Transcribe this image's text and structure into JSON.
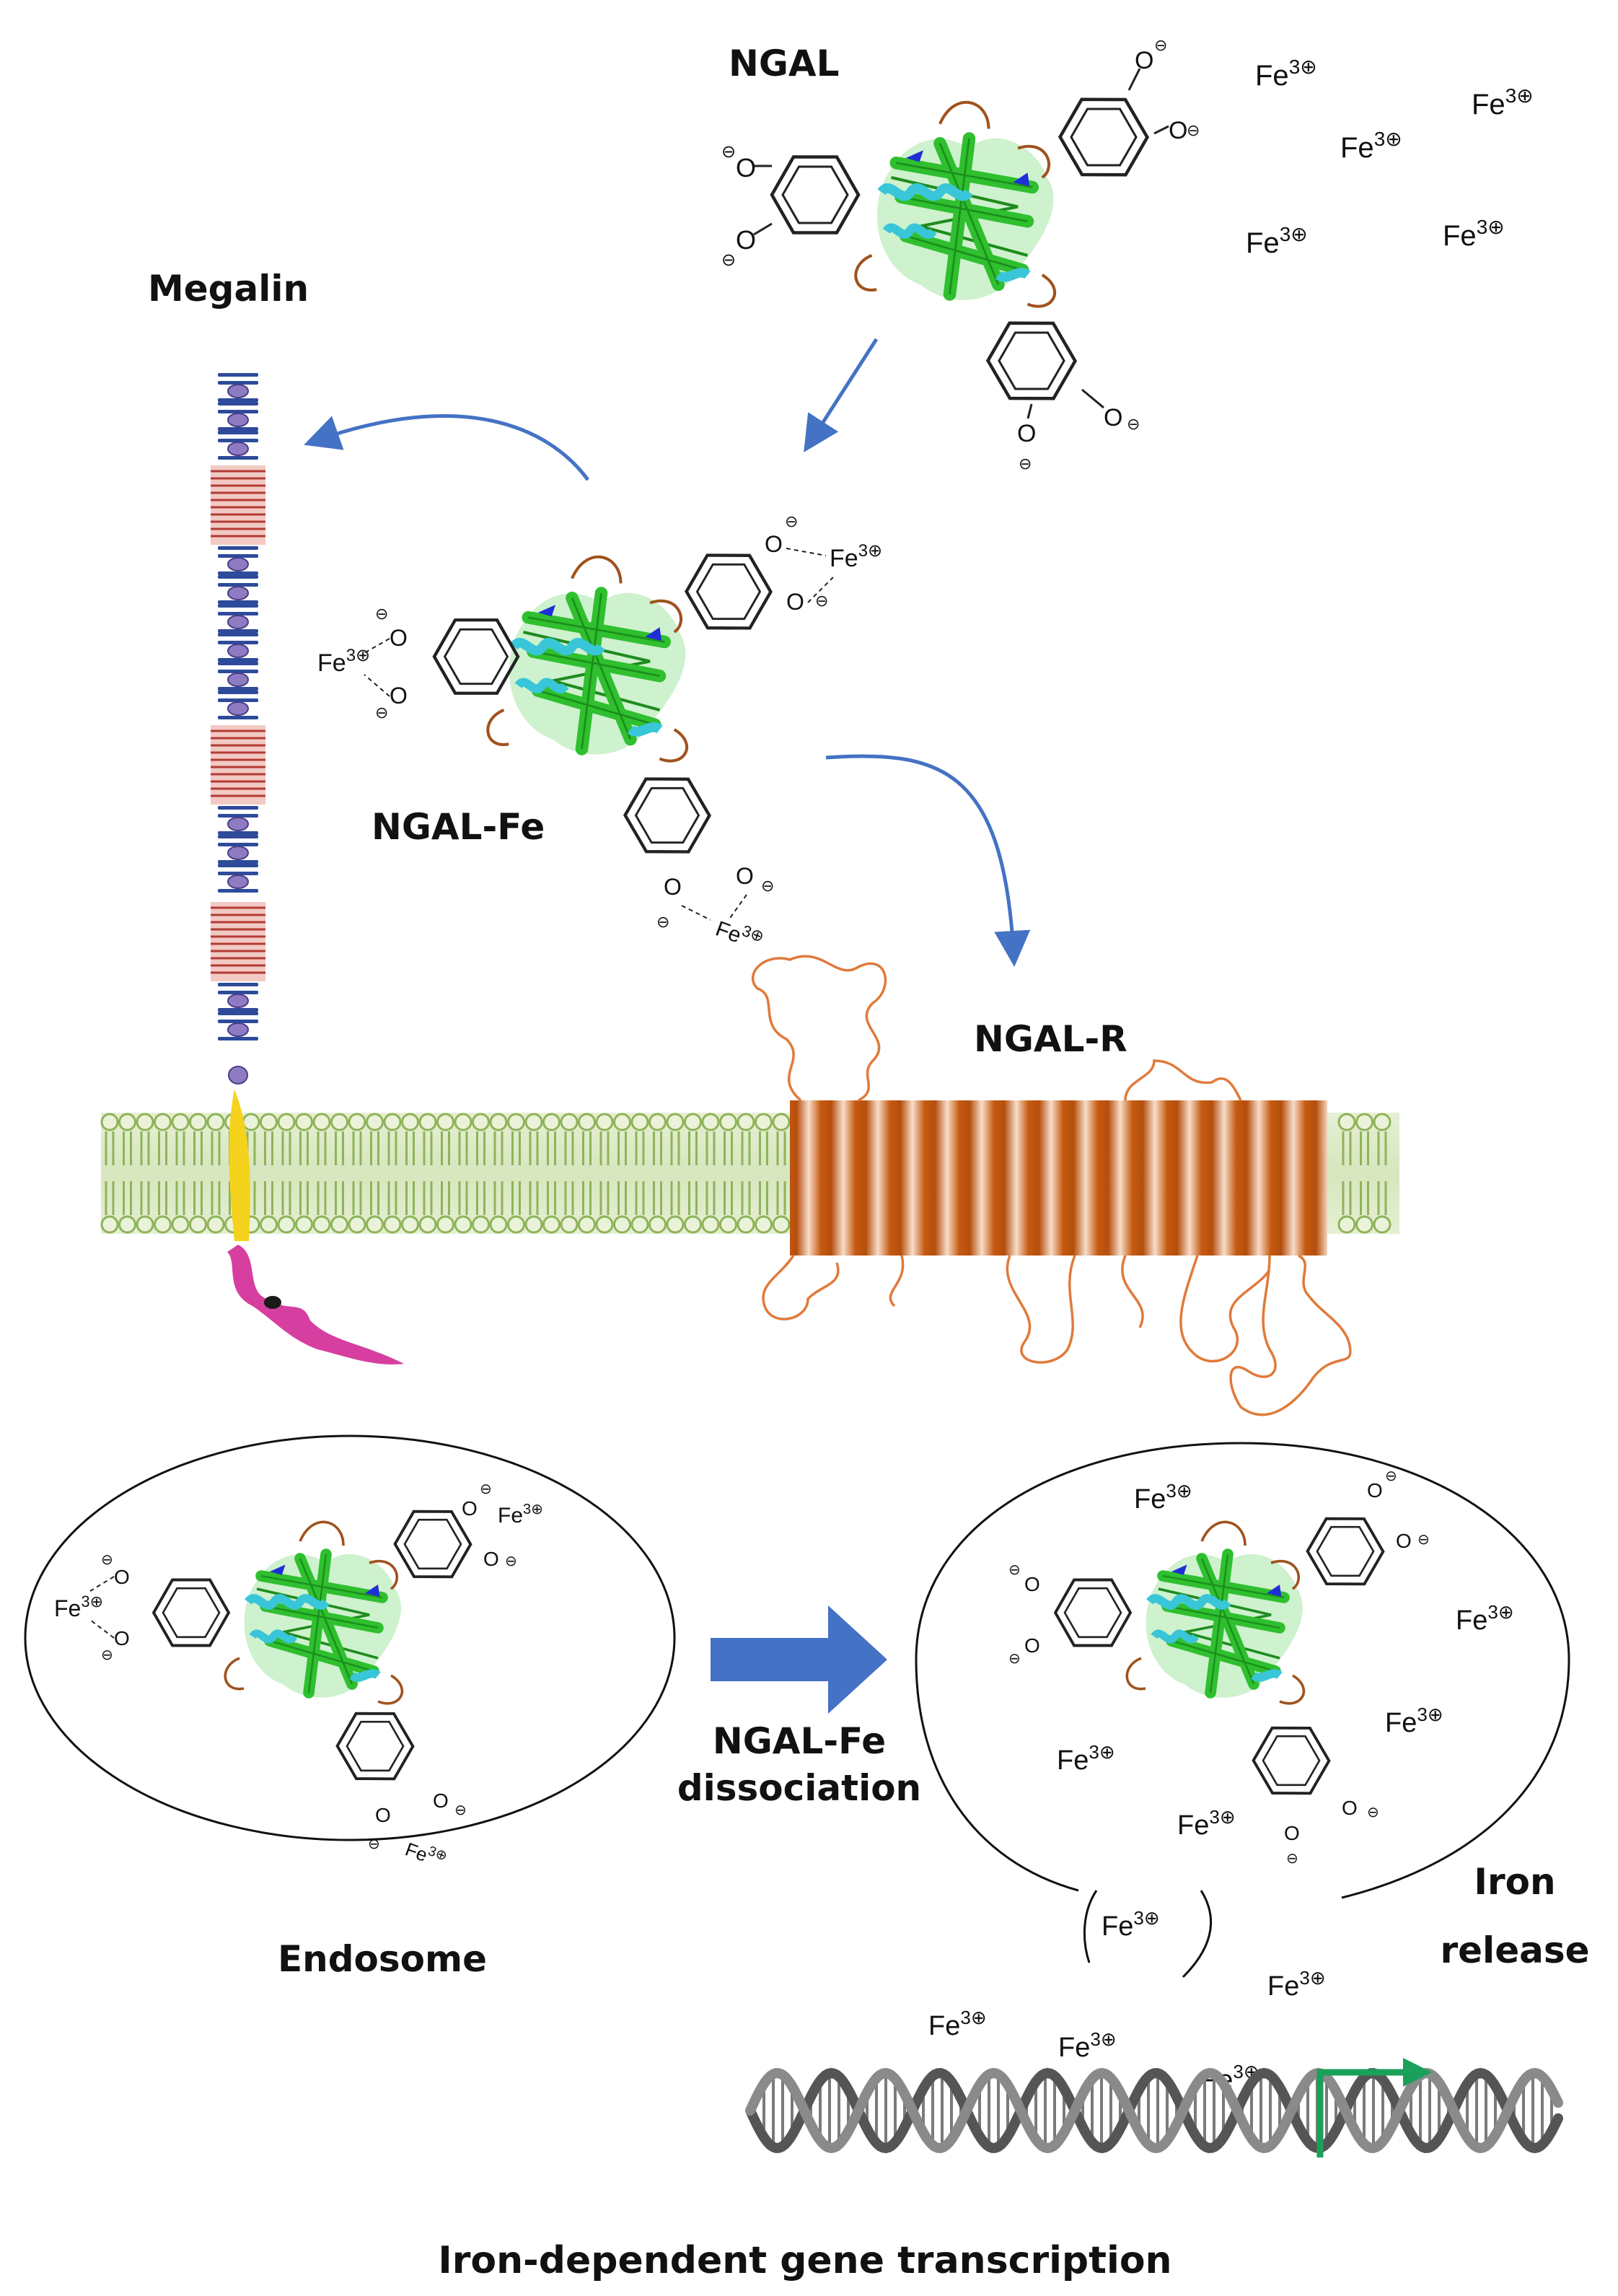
{
  "labels": {
    "ngal": "NGAL",
    "megalin": "Megalin",
    "ngal_fe": "NGAL-Fe",
    "ngal_r": "NGAL-R",
    "endosome": "Endosome",
    "dissociation_line1": "NGAL-Fe",
    "dissociation_line2": "dissociation",
    "iron_release_line1": "Iron",
    "iron_release_line2": "release",
    "transcription": "Iron-dependent gene transcription"
  },
  "ion": {
    "symbol": "Fe",
    "charge": "3",
    "sign": "⊕"
  },
  "oxygen": "O",
  "minus": "⊖",
  "colors": {
    "arrow": "#4472c4",
    "membrane": "#9bbb59",
    "receptor": "#c55a11",
    "megalin_blue": "#2e4a9a",
    "megalin_red": "#c0504d",
    "beta_sheet": "#2fbf2f",
    "helix": "#39c6d8",
    "loop": "#a0521d",
    "yellow_tm": "#f5d21c",
    "magenta_tail": "#d63fa0",
    "gene_arrow": "#1aa05a"
  }
}
